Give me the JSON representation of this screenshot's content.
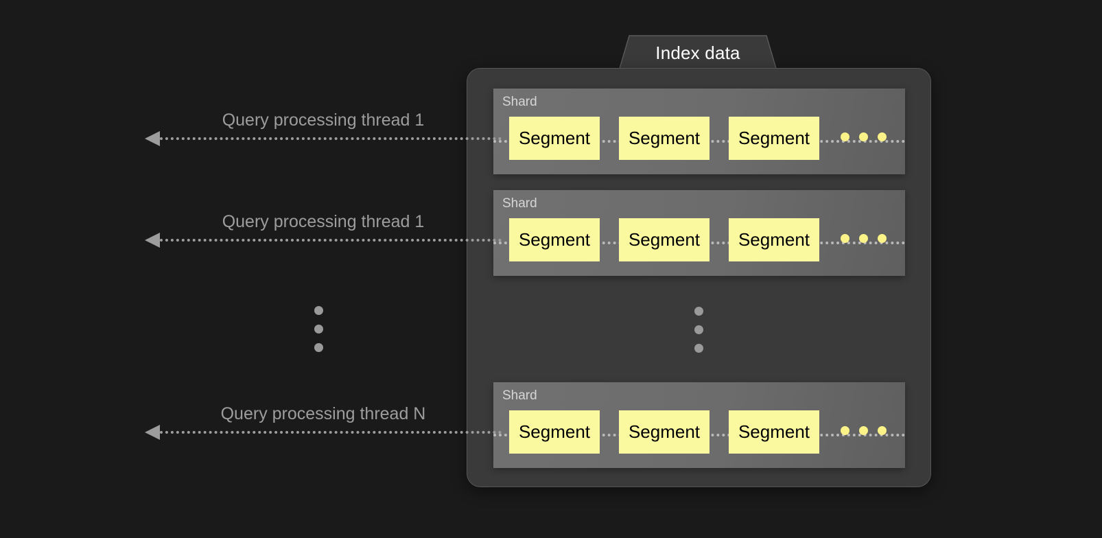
{
  "diagram": {
    "title": "Index data",
    "background_color": "#1a1a1a",
    "panel_color": "#3a3a3a",
    "shard_color": "#6c6c6c",
    "segment_color": "#fbf99f",
    "accent_dot_color": "#fbf288",
    "thread_color": "#9d9d9d"
  },
  "index_panel": {
    "tab_label": "Index data",
    "shards": [
      {
        "label": "Shard",
        "segments": [
          {
            "label": "Segment"
          },
          {
            "label": "Segment"
          },
          {
            "label": "Segment"
          }
        ],
        "trailing_dots": 3
      },
      {
        "label": "Shard",
        "segments": [
          {
            "label": "Segment"
          },
          {
            "label": "Segment"
          },
          {
            "label": "Segment"
          }
        ],
        "trailing_dots": 3
      },
      {
        "label": "Shard",
        "segments": [
          {
            "label": "Segment"
          },
          {
            "label": "Segment"
          },
          {
            "label": "Segment"
          }
        ],
        "trailing_dots": 3
      }
    ],
    "vertical_ellipsis_dots": 3
  },
  "threads": [
    {
      "label": "Query processing thread 1"
    },
    {
      "label": "Query processing thread 1"
    },
    {
      "label": "Query processing thread N"
    }
  ],
  "outside_ellipsis_dots": 3
}
